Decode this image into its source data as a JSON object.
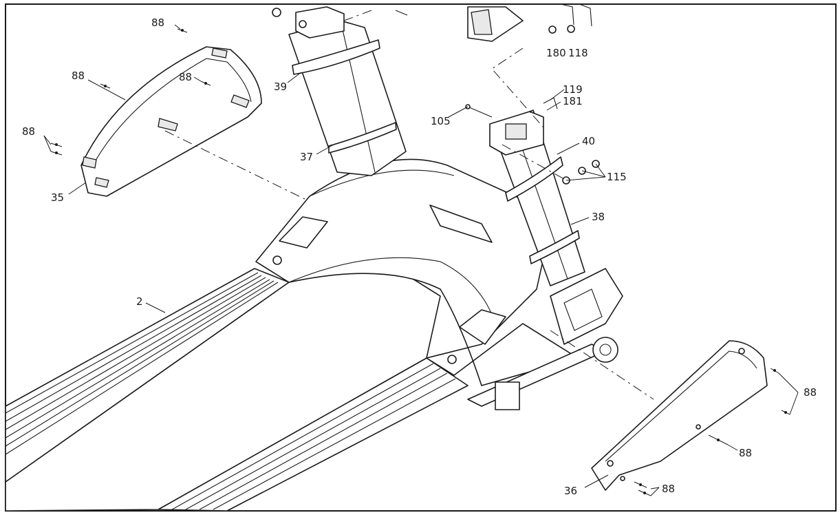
{
  "callouts": {
    "c2": "2",
    "c35": "35",
    "c36": "36",
    "c37": "37",
    "c38": "38",
    "c39": "39",
    "c40": "40",
    "c88a": "88",
    "c88b": "88",
    "c88c": "88",
    "c88d": "88",
    "c88e": "88",
    "c88f": "88",
    "c88g": "88",
    "c105": "105",
    "c115": "115",
    "c118": "118",
    "c119": "119",
    "c180": "180",
    "c181": "181"
  }
}
